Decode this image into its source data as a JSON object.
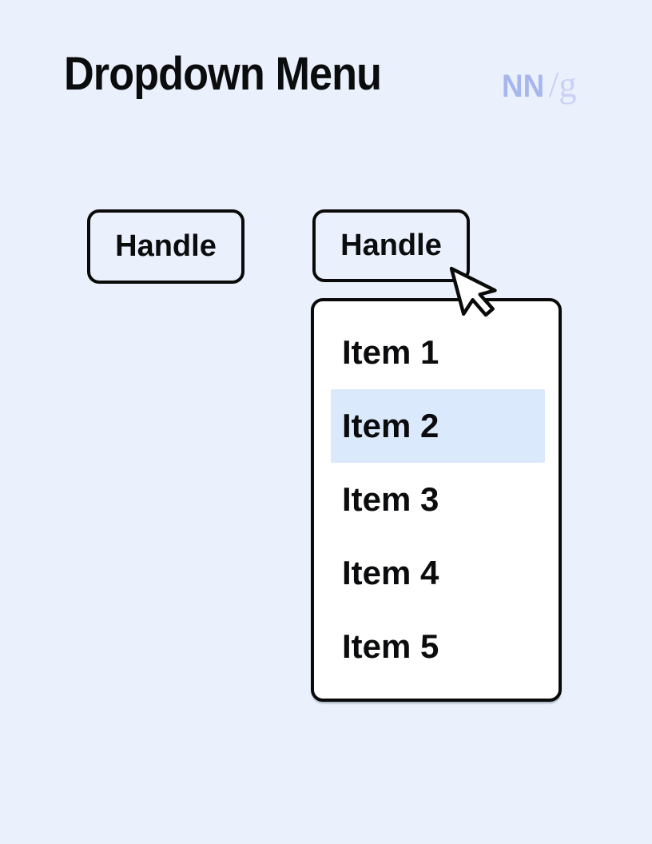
{
  "colors": {
    "page-bg": "#ebf1fc",
    "panel-bg": "#ffffff",
    "highlight-bg": "#dbe9fc",
    "border": "#0a0a0a",
    "text": "#0b0c0e",
    "logo-nn": "#a8b6ee",
    "logo-g": "#c9d2f6"
  },
  "header": {
    "title": "Dropdown Menu"
  },
  "logo": {
    "nn": "NN",
    "slash_g": "/g"
  },
  "buttons": {
    "left_handle": "Handle",
    "right_handle": "Handle"
  },
  "dropdown": {
    "items": [
      {
        "label": "Item 1",
        "highlighted": false
      },
      {
        "label": "Item 2",
        "highlighted": true
      },
      {
        "label": "Item 3",
        "highlighted": false
      },
      {
        "label": "Item 4",
        "highlighted": false
      },
      {
        "label": "Item 5",
        "highlighted": false
      }
    ]
  },
  "cursor": {
    "icon": "arrow-cursor-icon"
  }
}
